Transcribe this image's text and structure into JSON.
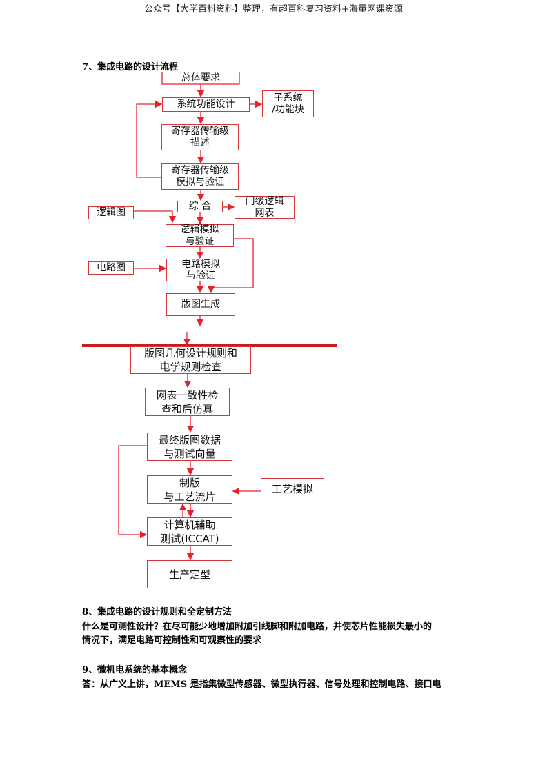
{
  "header": "公众号【大学百科资料】整理，有超百科复习资料+海量网课资源",
  "section7": {
    "title": "7、集成电路的设计流程"
  },
  "flow": {
    "overall": "总体要求",
    "system_design": "系统功能设计",
    "subsystem": "子系统\n/功能块",
    "rtl_desc": "寄存器传输级\n描述",
    "rtl_sim": "寄存器传输级\n模拟与验证",
    "synthesis": "综 合",
    "gate_netlist": "门级逻辑\n网表",
    "logic_diagram": "逻辑图",
    "logic_sim": "逻辑模拟\n与验证",
    "circuit_diagram": "电路图",
    "circuit_sim": "电路模拟\n与验证",
    "layout_gen": "版图生成",
    "drc_erc": "版图几何设计规则和\n电学规则检查",
    "lvs": "网表一致性检\n查和后仿真",
    "final_data": "最终版图数据\n与测试向量",
    "mask_fab": "制版\n与工艺流片",
    "process_sim": "工艺模拟",
    "iccat": "计算机辅助\n测试(ICCAT)",
    "production": "生产定型"
  },
  "section8": {
    "title": "8、集成电路的设计规则和全定制方法",
    "line1": "什么是可测性设计？在尽可能少地增加附加引线脚和附加电路，并使芯片性能损失最小的",
    "line2": "情况下，满足电路可控制性和可观察性的要求"
  },
  "section9": {
    "title": "9、微机电系统的基本概念",
    "line1": "答：从广义上讲，MEMS 是指集微型传感器、微型执行器、信号处理和控制电路、接口电"
  }
}
